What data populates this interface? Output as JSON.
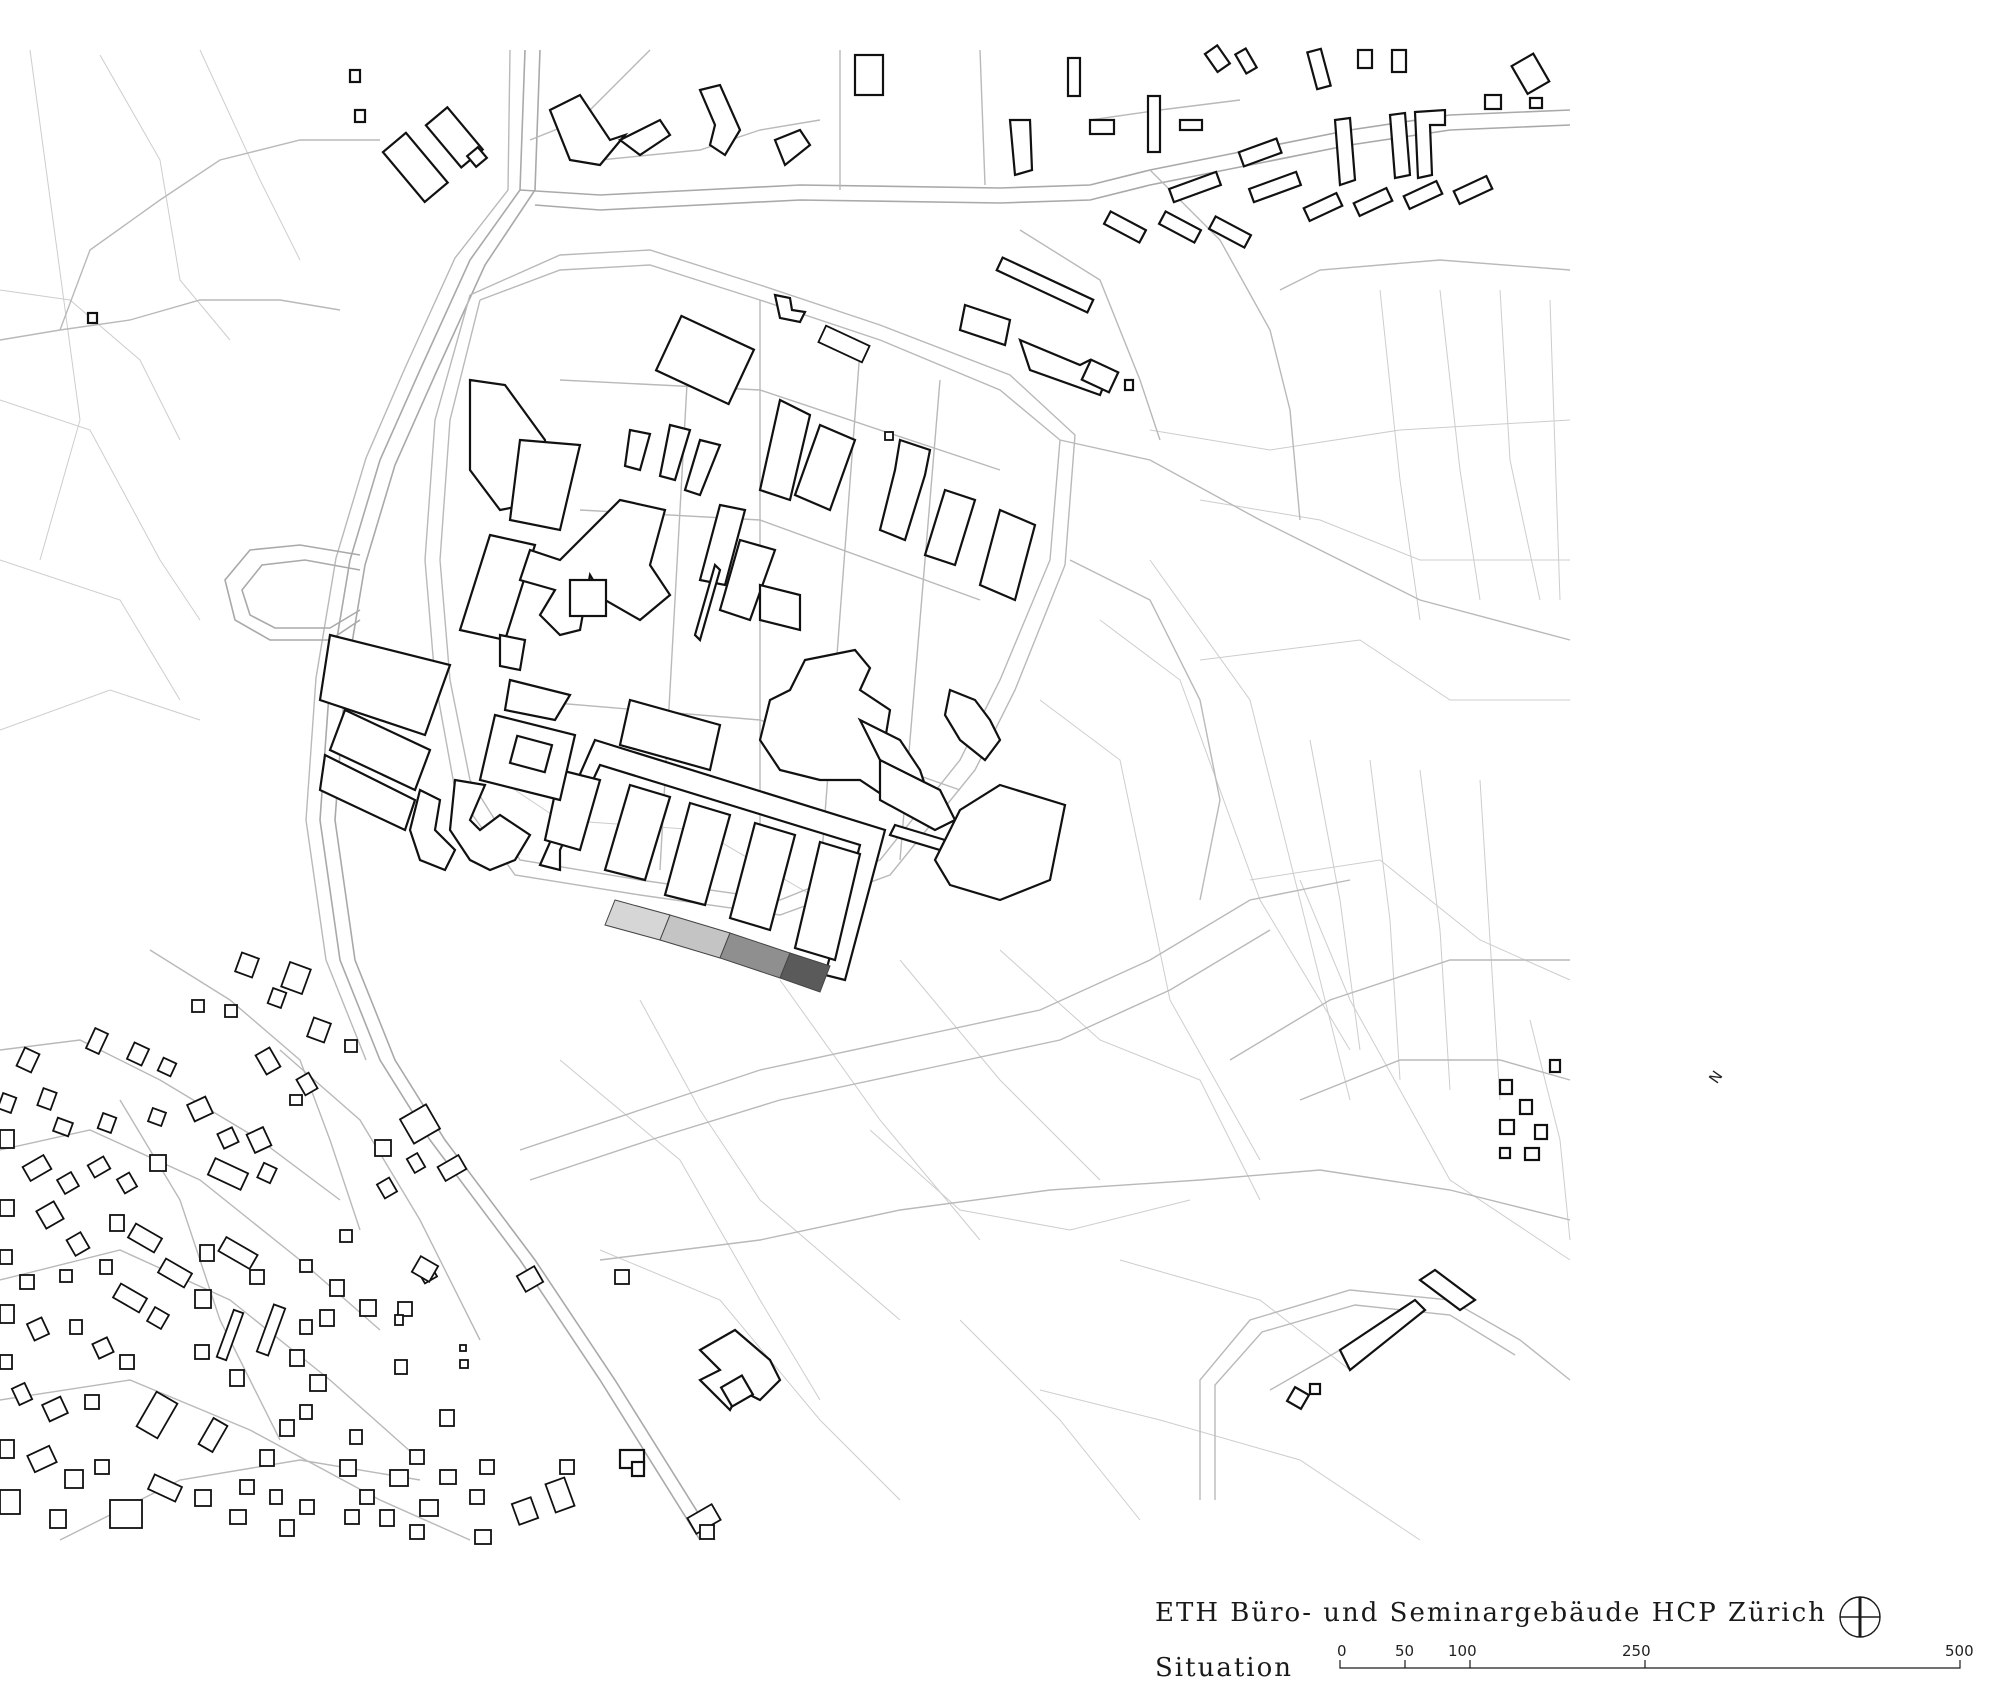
{
  "title": "ETH Büro- und Seminargebäude HCP Zürich",
  "subtitle": "Situation",
  "north_label": "N",
  "scale_bar": {
    "ticks": [
      "0",
      "50",
      "100",
      "250",
      "500"
    ]
  },
  "colors": {
    "building_outline": "#111111",
    "road_line": "#b9b9b9",
    "parcel_line": "#cdcdcd",
    "new_building_shades": [
      "#d6d6d6",
      "#c4c4c4",
      "#8f8f8f",
      "#5a5a5a"
    ]
  },
  "icons": {
    "north_arrow": "north-arrow-icon",
    "north_marker": "north-marker-icon"
  }
}
